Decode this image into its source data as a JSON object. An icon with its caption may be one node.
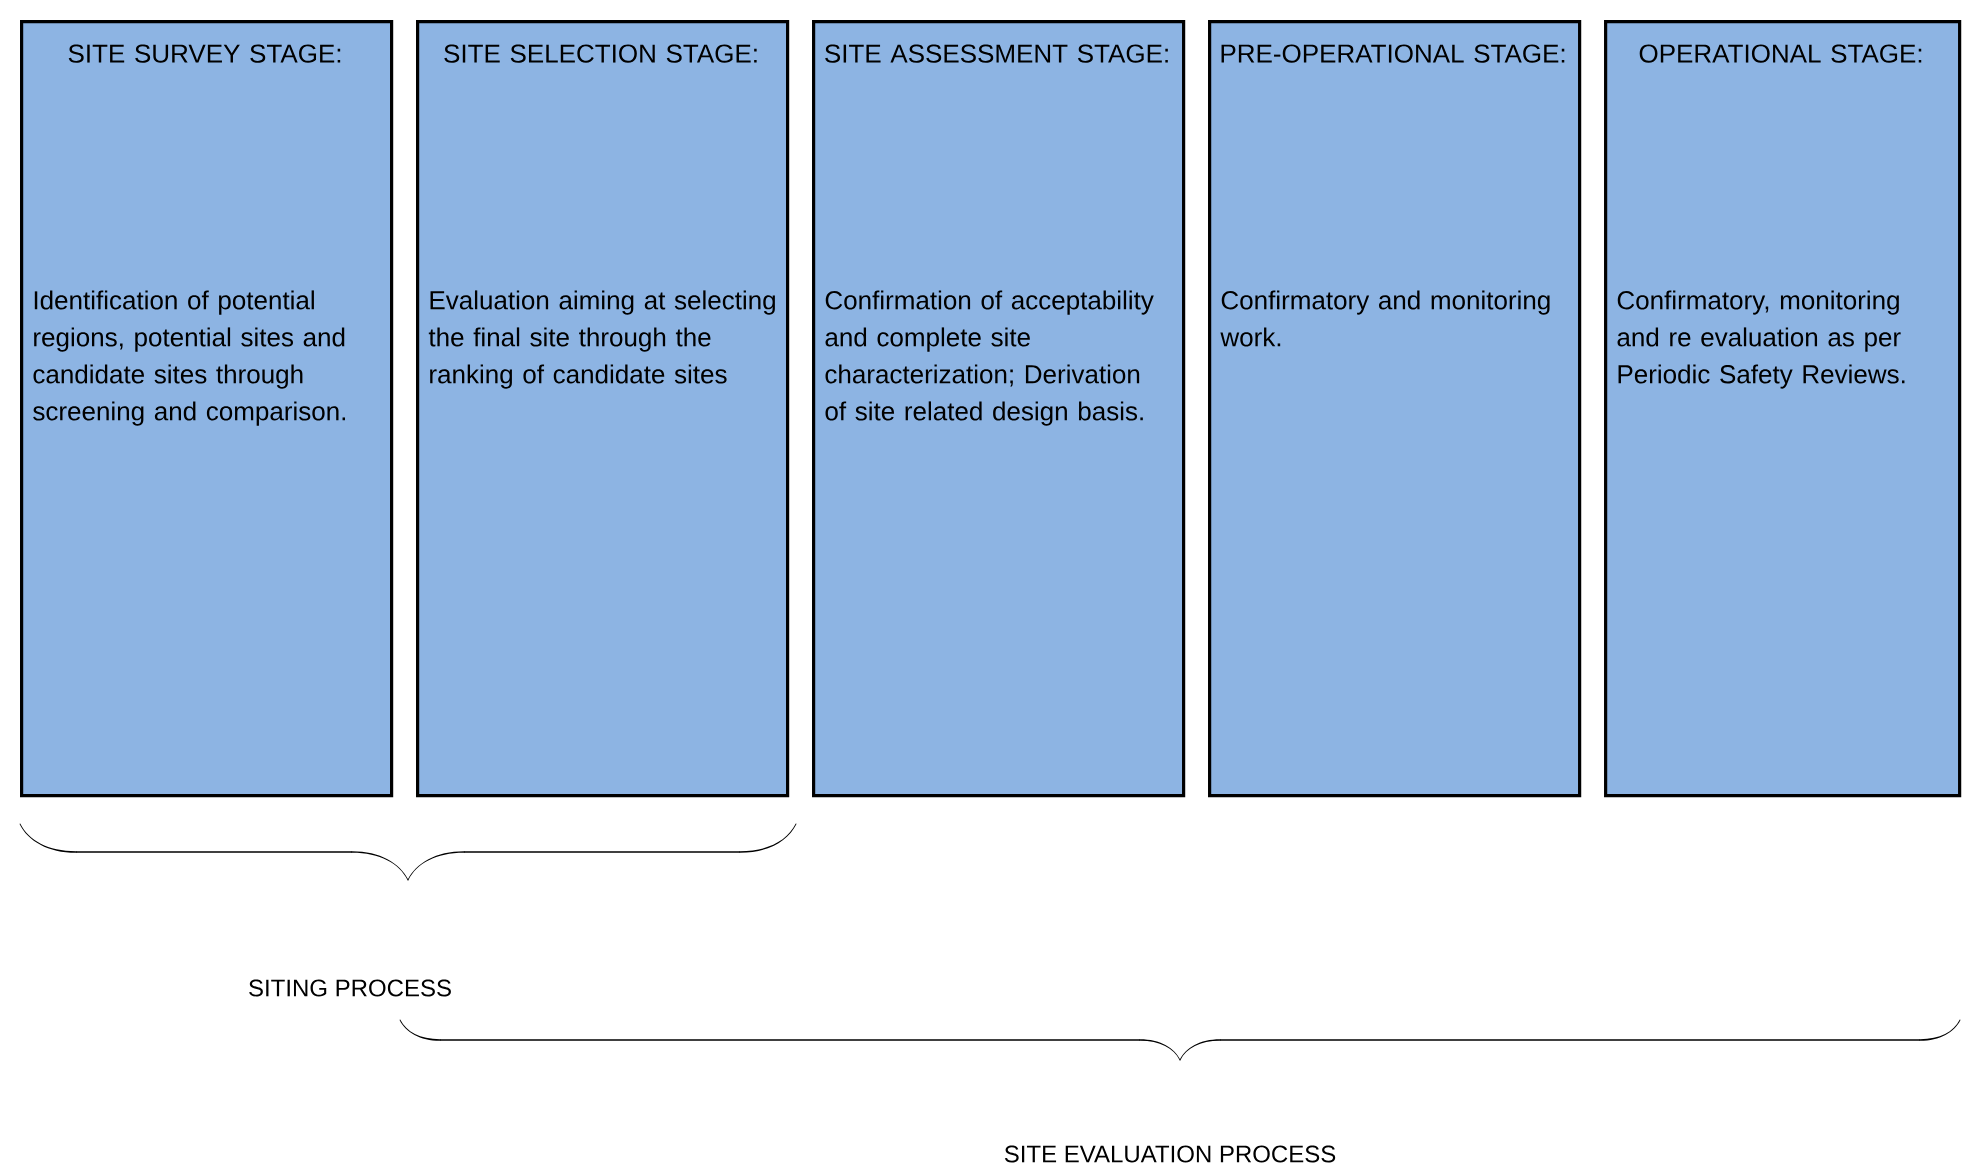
{
  "diagram": {
    "nodes": [
      {
        "text": [
          "SITE SURVEY STAGE:",
          "Identification of potential regions, potential sites and candidate sites through screening and comparison."
        ]
      },
      {
        "text": [
          "SITE SELECTION STAGE:",
          "Evaluation aiming at selecting the final site through the ranking of candidate sites"
        ]
      },
      {
        "text": [
          "SITE ASSESSMENT STAGE:",
          "Confirmation of acceptability and complete site characterization; Derivation of site related design basis."
        ]
      },
      {
        "text": [
          "PRE-OPERATIONAL STAGE:",
          "Confirmatory and monitoring work."
        ]
      },
      {
        "text": [
          "OPERATIONAL STAGE:",
          "Confirmatory, monitoring and re evaluation as per Periodic Safety Reviews."
        ]
      }
    ],
    "edges": [],
    "labels": [
      "SITING PROCESS",
      "SITE EVALUATION PROCESS"
    ]
  }
}
